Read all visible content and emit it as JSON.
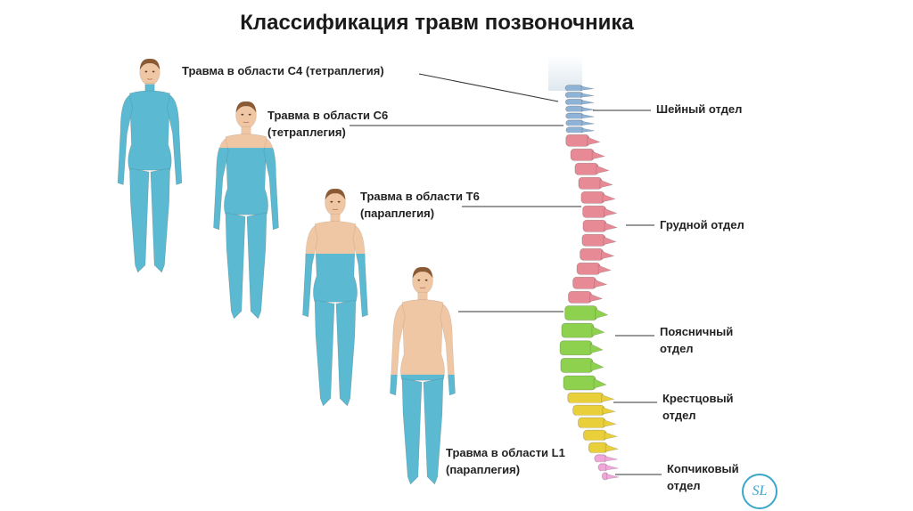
{
  "title": "Классификация травм позвоночника",
  "injuries": [
    {
      "line1": "Травма в области C4 (тетраплегия)",
      "line2": ""
    },
    {
      "line1": "Травма в области C6",
      "line2": "(тетраплегия)"
    },
    {
      "line1": "Травма в области Т6",
      "line2": "(параплегия)"
    },
    {
      "line1": "Травма в области L1",
      "line2": "(параплегия)"
    }
  ],
  "sections": [
    {
      "line1": "Шейный отдел",
      "line2": "",
      "color": "#8fb3d6"
    },
    {
      "line1": "Грудной отдел",
      "line2": "",
      "color": "#e88a96"
    },
    {
      "line1": "Поясничный",
      "line2": "отдел",
      "color": "#8ed14f"
    },
    {
      "line1": "Крестцовый",
      "line2": "отдел",
      "color": "#e9cf3a"
    },
    {
      "line1": "Копчиковый",
      "line2": "отдел",
      "color": "#f0a6d8"
    }
  ],
  "colors": {
    "paralyzed": "#5bb9d1",
    "skin": "#f0c7a4",
    "line": "#333333"
  },
  "logo": "SL"
}
